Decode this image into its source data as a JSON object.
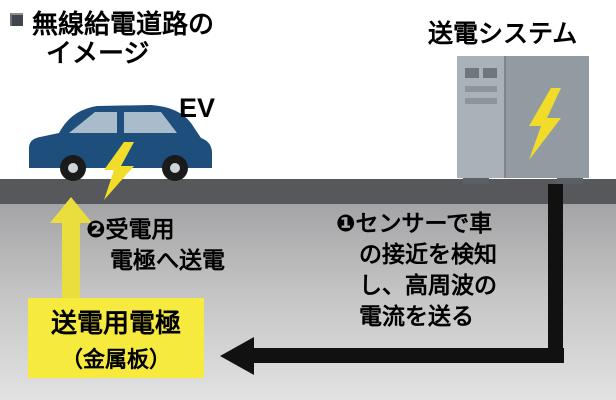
{
  "title": {
    "line1": "無線給電道路の",
    "line2": "イメージ"
  },
  "system_label": "送電システム",
  "ev_label": "EV",
  "step1": {
    "lines": [
      "❶センサーで車",
      "の接近を検知",
      "し、高周波の",
      "電流を送る"
    ]
  },
  "step2": {
    "lines": [
      "❷受電用",
      "電極へ送電"
    ]
  },
  "electrode_box": {
    "title": "送電用電極",
    "subtitle": "（金属板）"
  },
  "colors": {
    "car_blue": "#1e4e7c",
    "window_blue": "#a8bccb",
    "bolt_yellow": "#f2dc2a",
    "arrow_yellow": "#e9de3d",
    "box_yellow": "#f7ea3e",
    "road_gray": "#57585b",
    "cabinet_gray": "#9aa2a9",
    "arrow_black": "#111111"
  }
}
